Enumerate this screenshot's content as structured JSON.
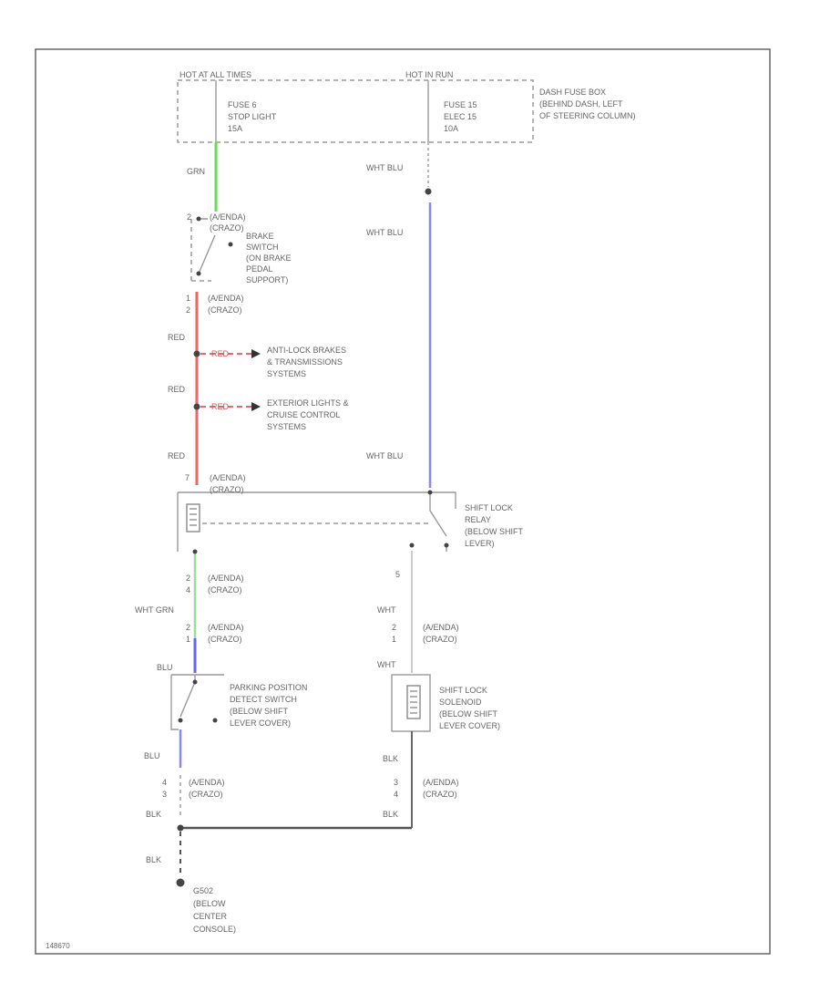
{
  "header": {
    "hot_left": "HOT AT ALL TIMES",
    "hot_right": "HOT IN RUN",
    "fuse_left": [
      "FUSE 6",
      "STOP LIGHT",
      "15A"
    ],
    "fuse_right": [
      "FUSE 15",
      "ELEC 15",
      "10A"
    ],
    "fuse_box_note": [
      "DASH FUSE BOX",
      "(BEHIND DASH, LEFT",
      "OF STEERING COLUMN)"
    ]
  },
  "brake_switch": {
    "pin_top": "2",
    "conn_top": [
      "(A/ENDA)",
      "(CRAZO)"
    ],
    "label": [
      "BRAKE",
      "SWITCH",
      "(ON BRAKE",
      "PEDAL",
      "SUPPORT)"
    ],
    "pin_bottom": [
      "1",
      "2"
    ],
    "conn_bottom": [
      "(A/ENDA)",
      "(CRAZO)"
    ]
  },
  "splices": [
    {
      "tag": "RED",
      "target": [
        "ANTI-LOCK BRAKES",
        "& TRANSMISSIONS",
        "SYSTEMS"
      ]
    },
    {
      "tag": "RED",
      "target": [
        "EXTERIOR LIGHTS &",
        "CRUISE CONTROL",
        "SYSTEMS"
      ]
    }
  ],
  "shift_lock_relay": {
    "pin": "7",
    "conn": [
      "(A/ENDA)",
      "(CRAZO)"
    ],
    "label": [
      "SHIFT LOCK",
      "RELAY",
      "(BELOW SHIFT",
      "LEVER)"
    ],
    "pin_right": "5"
  },
  "park_switch": {
    "pin_top": [
      "2",
      "4"
    ],
    "conn_top": [
      "(A/ENDA)",
      "(CRAZO)"
    ],
    "pin_mid": [
      "2",
      "1"
    ],
    "conn_mid": [
      "(A/ENDA)",
      "(CRAZO)"
    ],
    "label": [
      "PARKING POSITION",
      "DETECT SWITCH",
      "(BELOW SHIFT",
      "LEVER COVER)"
    ],
    "pin_bottom": [
      "4",
      "3"
    ],
    "conn_bottom": [
      "(A/ENDA)",
      "(CRAZO)"
    ]
  },
  "solenoid": {
    "pin_top": [
      "2",
      "1"
    ],
    "conn_top": [
      "(A/ENDA)",
      "(CRAZO)"
    ],
    "label": [
      "SHIFT LOCK",
      "SOLENOID",
      "(BELOW SHIFT",
      "LEVER COVER)"
    ],
    "pin_bottom": [
      "3",
      "4"
    ],
    "conn_bottom": [
      "(A/ENDA)",
      "(CRAZO)"
    ]
  },
  "wire_labels": {
    "grn": "GRN",
    "wht_blu_1": "WHT BLU",
    "wht_blu_2": "WHT BLU",
    "red_1": "RED",
    "red_2": "RED",
    "red_3": "RED",
    "red_tag_1": "RED",
    "red_tag_2": "RED",
    "wht_blu_3": "WHT BLU",
    "wht_grn": "WHT GRN",
    "blu": "BLU",
    "wht_1": "WHT",
    "wht_2": "WHT",
    "blu_2": "BLU",
    "blk_1": "BLK",
    "blk_2": "BLK",
    "blk_3": "BLK",
    "blk_4": "BLK"
  },
  "ground": {
    "id": "G502",
    "label": [
      "(BELOW",
      "CENTER",
      "CONSOLE)"
    ]
  },
  "figure_code": "148670",
  "colors": {
    "grn": "#66dd55",
    "red": "#ee6666",
    "blu": "#8888ee",
    "blue_dark": "#6666ee",
    "wht": "#cccccc",
    "blk": "#555555"
  }
}
